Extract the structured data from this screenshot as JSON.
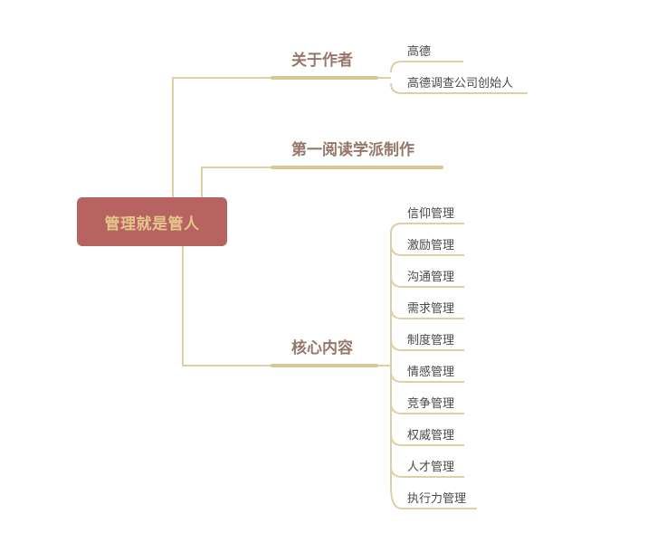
{
  "mindmap": {
    "root": {
      "label": "管理就是管人",
      "bg_color": "#b66361",
      "text_color": "#e6c48c"
    },
    "line_color": "#dcc898",
    "branches": [
      {
        "label": "关于作者",
        "children": [
          "高德",
          "高德调查公司创始人"
        ]
      },
      {
        "label": "第一阅读学派制作",
        "children": []
      },
      {
        "label": "核心内容",
        "children": [
          "信仰管理",
          "激励管理",
          "沟通管理",
          "需求管理",
          "制度管理",
          "情感管理",
          "竞争管理",
          "权威管理",
          "人才管理",
          "执行力管理"
        ]
      }
    ]
  }
}
